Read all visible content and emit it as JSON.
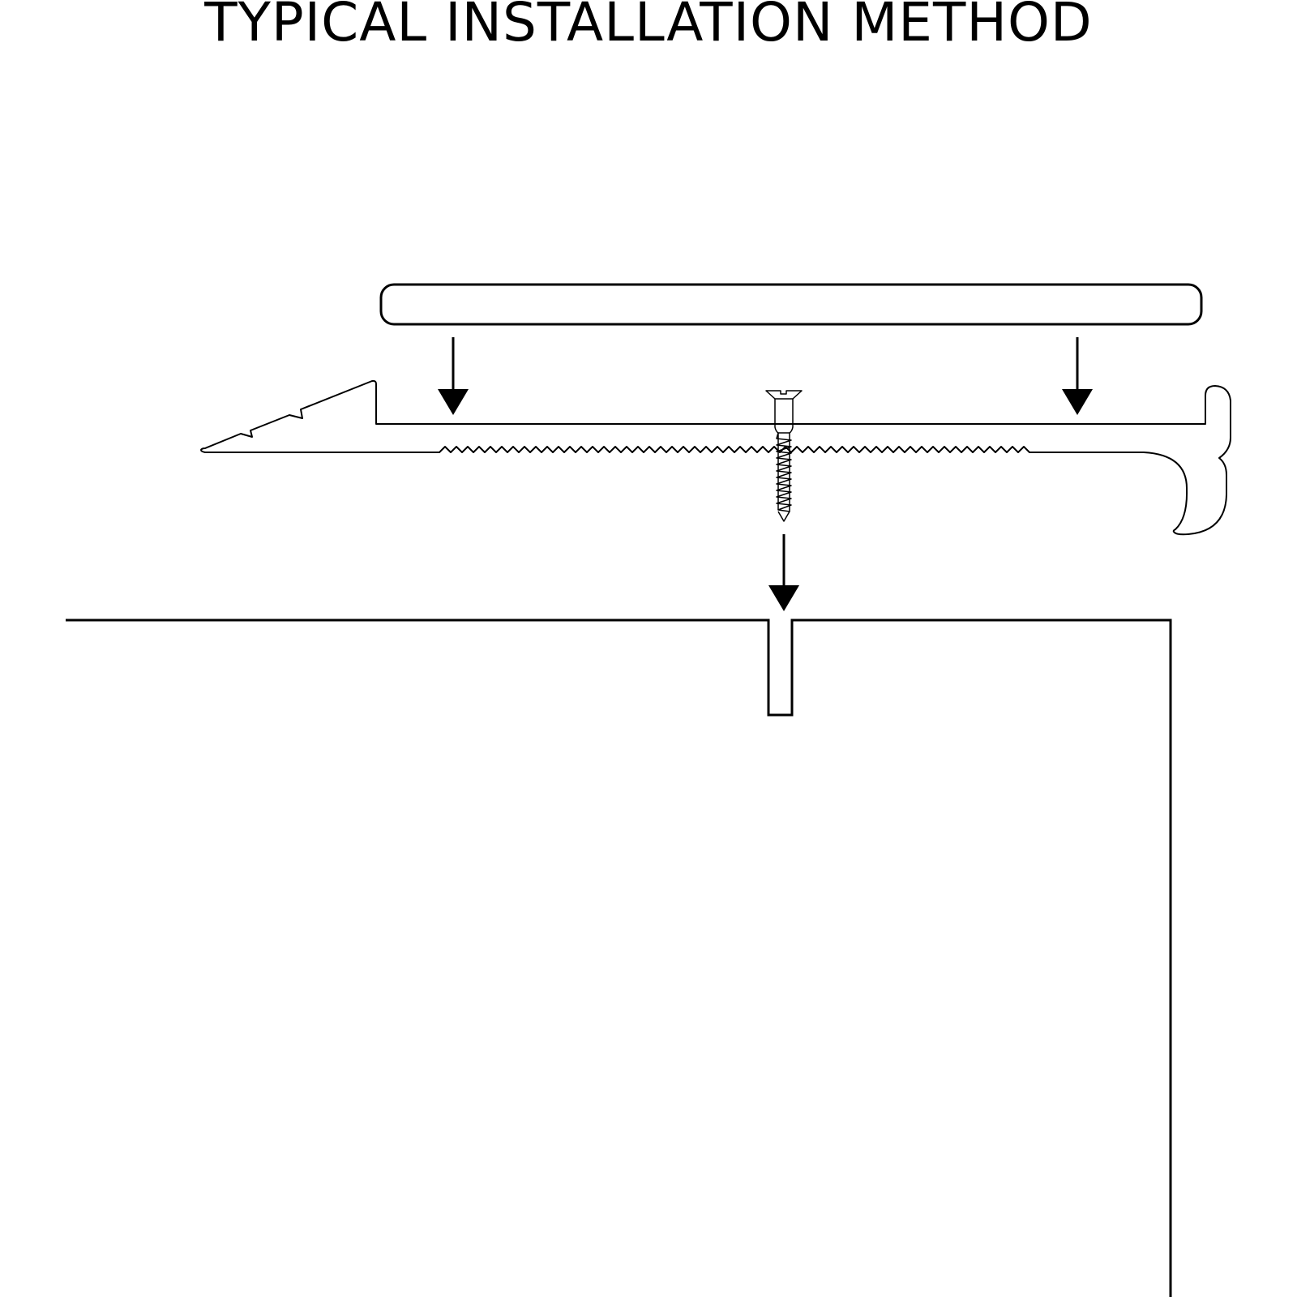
{
  "title": "TYPICAL INSTALLATION METHOD",
  "colors": {
    "stroke": "#000000",
    "background": "#ffffff"
  },
  "diagram": {
    "components": [
      "flooring-plank",
      "stair-nosing-profile",
      "countersunk-screw",
      "stair-step-with-groove"
    ],
    "arrows": [
      "arrow-down",
      "arrow-down",
      "arrow-down"
    ]
  }
}
